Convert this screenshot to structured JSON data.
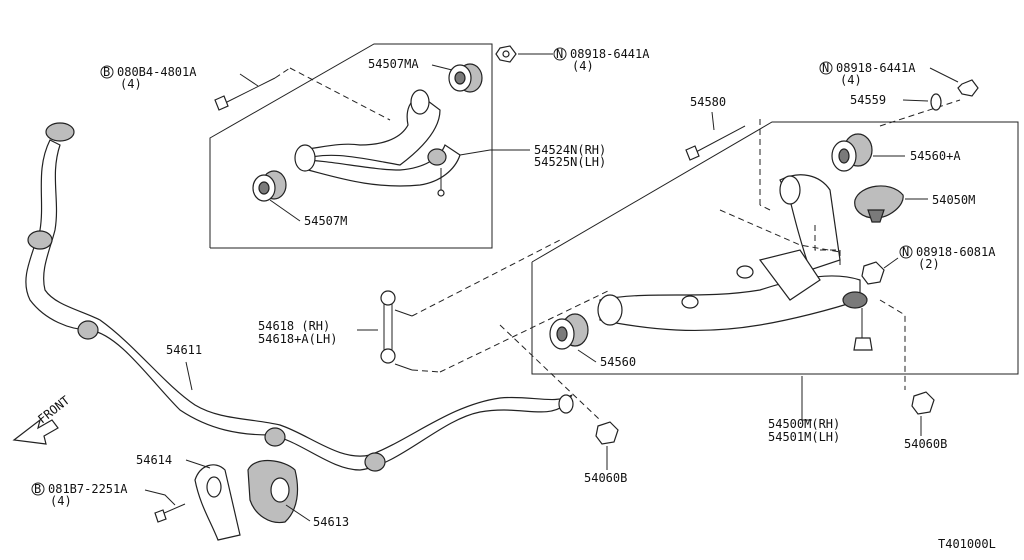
{
  "labels": {
    "bolt_a": "080B4-4801A",
    "bolt_a_qty": "(4)",
    "nut_upper": "08918-6441A",
    "nut_upper_qty": "(4)",
    "bush_upper_front": "54507MA",
    "upper_arm_rh": "54524N(RH)",
    "upper_arm_lh": "54525N(LH)",
    "bush_upper_rear": "54507M",
    "stabilizer": "54611",
    "link_rh": "54618  (RH)",
    "link_lh": "54618+A(LH)",
    "front_arrow": "FRONT",
    "bolt_580": "54580",
    "nut_right": "08918-6441A",
    "nut_right_qty": "(4)",
    "washer": "54559",
    "bush_lower_front": "54560+A",
    "stopper": "54050M",
    "nut_ball": "08918-6081A",
    "nut_ball_qty": "(2)",
    "bush_lower_rear": "54560",
    "lower_arm_rh": "54500M(RH)",
    "lower_arm_lh": "54501M(LH)",
    "nut_stab_left": "54060B",
    "nut_stab_right": "54060B",
    "bracket": "54614",
    "bolt_b": "081B7-2251A",
    "bolt_b_qty": "(4)",
    "stab_bush": "54613",
    "diagram_id": "T401000L"
  },
  "markers": {
    "b": "B",
    "n": "N"
  }
}
